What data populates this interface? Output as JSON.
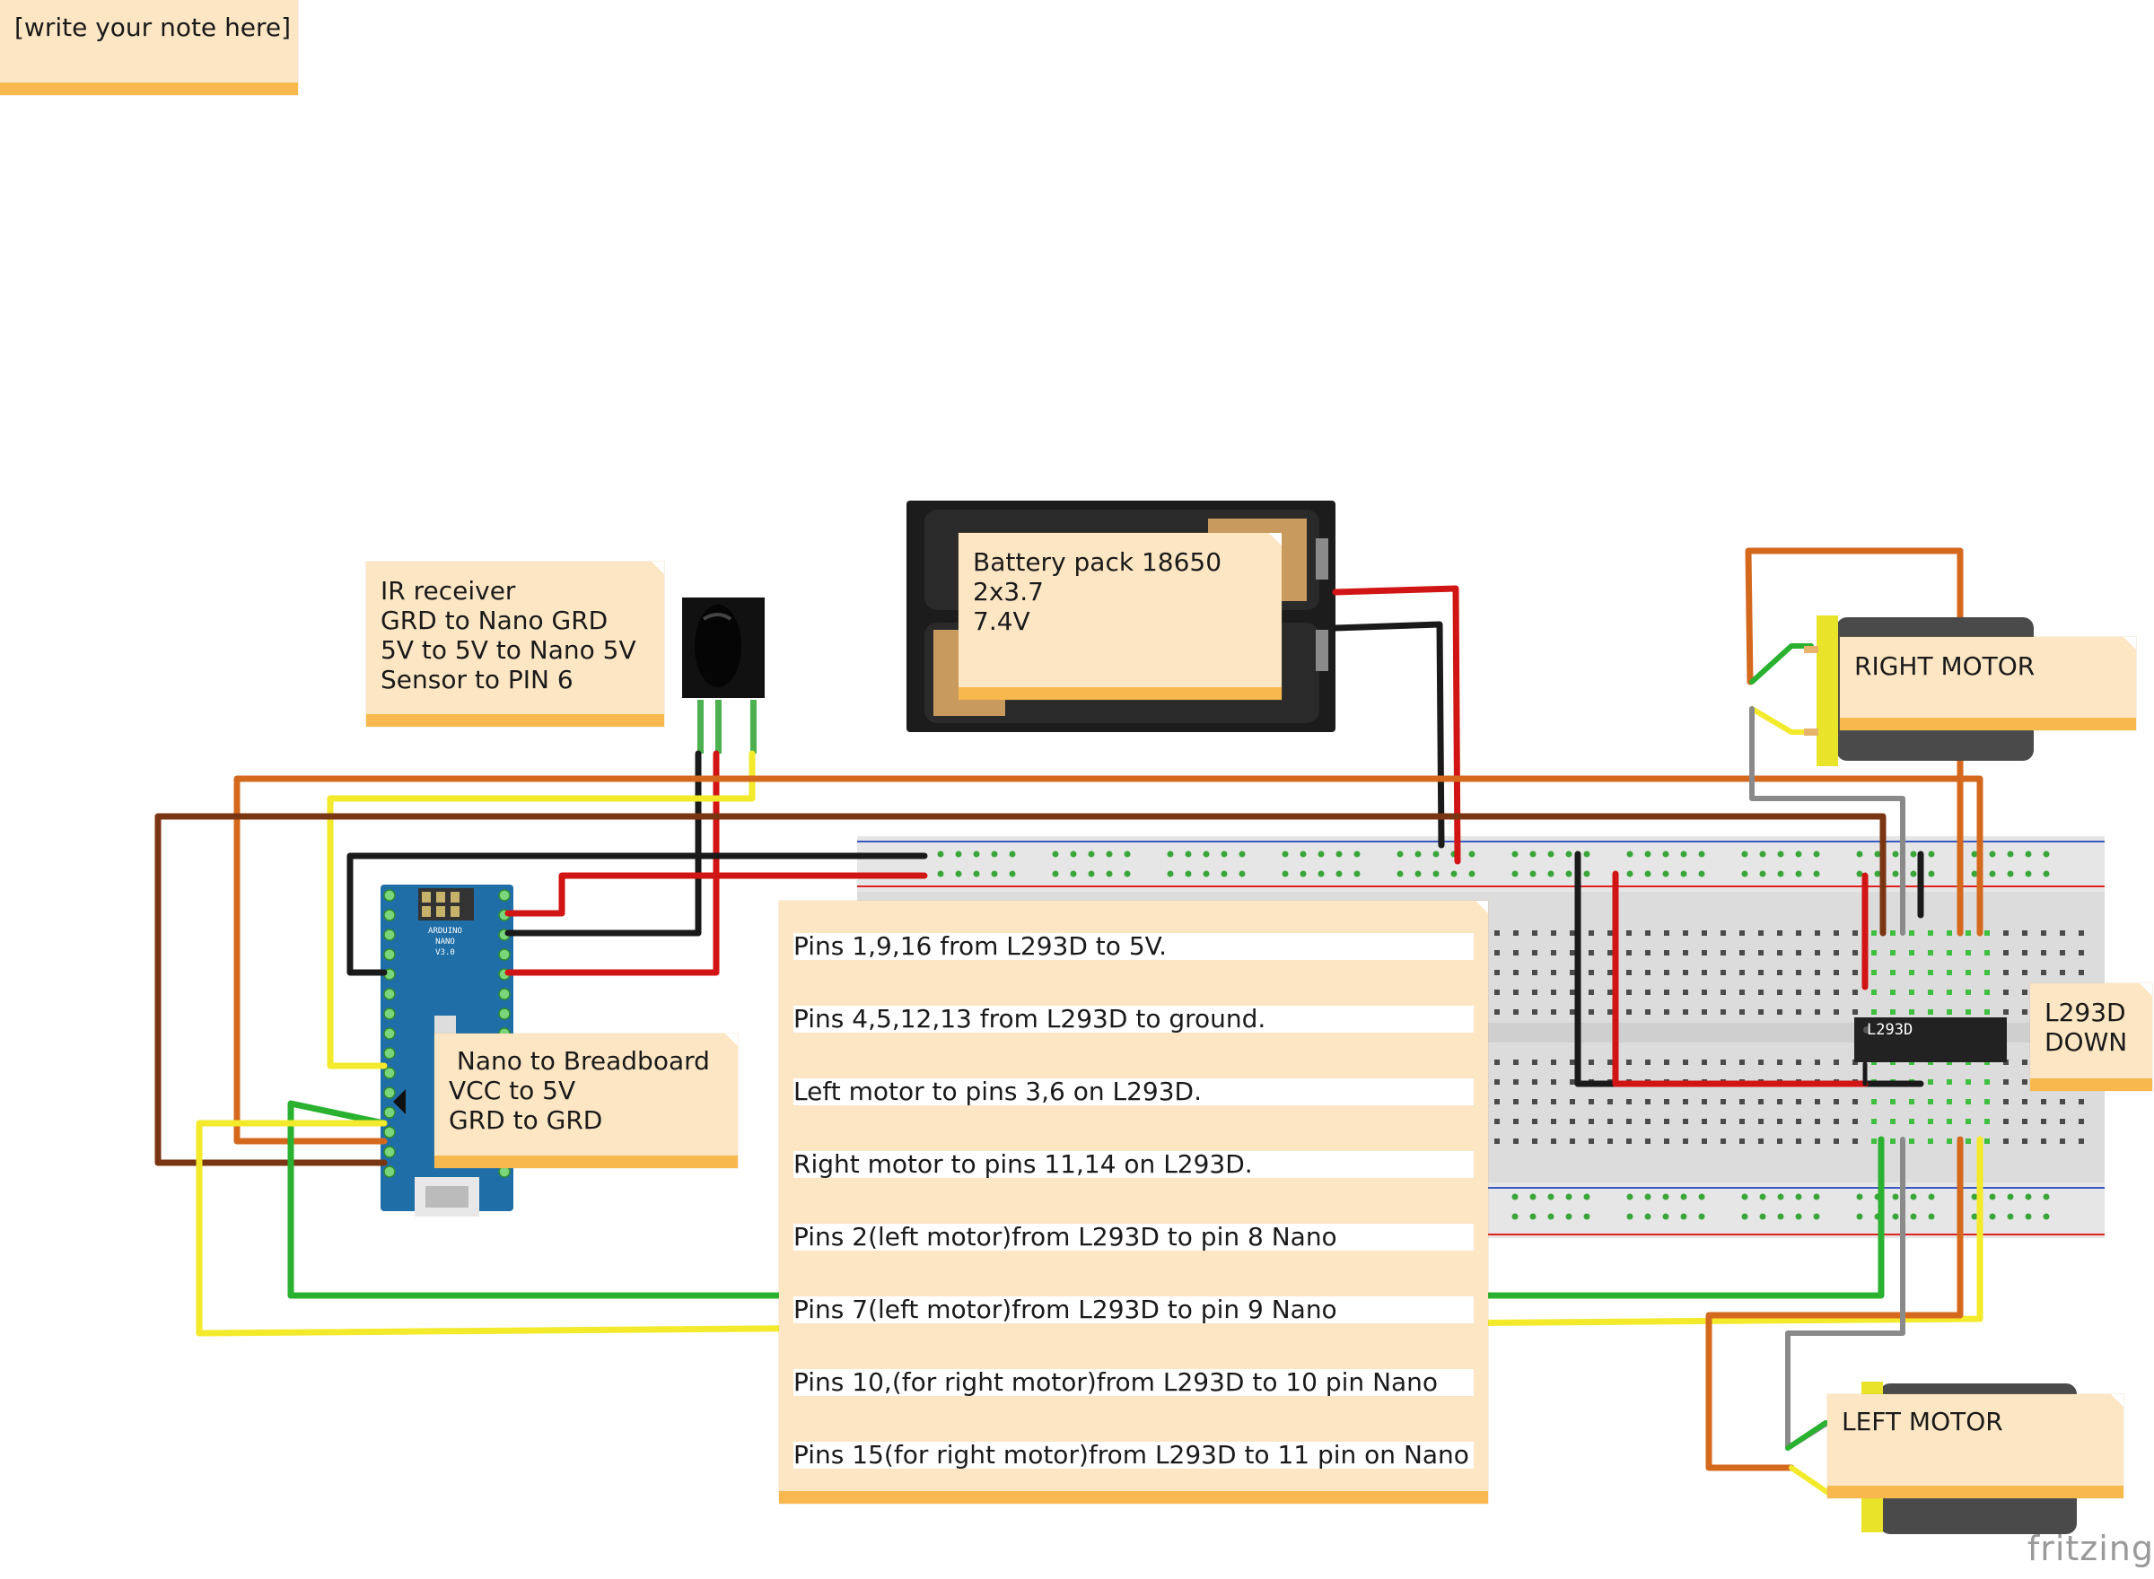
{
  "notes": {
    "top_left": "[write your note here]",
    "ir_receiver": [
      "IR receiver",
      "GRD to Nano GRD",
      "5V to 5V to Nano 5V",
      "Sensor to PIN 6"
    ],
    "battery": [
      "Battery pack 18650",
      "2x3.7",
      "7.4V"
    ],
    "nano_breadboard": [
      " Nano to Breadboard",
      "VCC to 5V",
      "GRD to GRD"
    ],
    "instructions": [
      "Pins 1,9,16 from L293D to 5V.",
      "Pins 4,5,12,13 from L293D to ground.",
      "Left motor to pins 3,6 on L293D.",
      "Right motor to pins 11,14 on L293D.",
      "Pins 2(left motor)from L293D to pin 8 Nano",
      "Pins 7(left motor)from L293D to pin 9 Nano",
      "Pins 10,(for right motor)from L293D to 10 pin Nano",
      "Pins 15(for right motor)from L293D to 11 pin on Nano"
    ],
    "right_motor": "RIGHT MOTOR",
    "left_motor": "LEFT MOTOR",
    "l293d": [
      "L293D",
      "DOWN"
    ]
  },
  "chip_marking": "L293D",
  "board_text": [
    "ARDUINO",
    "NANO",
    "V3.0"
  ],
  "logo": "fritzing",
  "wire_colors": {
    "red": "#d11414",
    "black": "#1a1a1a",
    "orange": "#d4691e",
    "brown": "#7a3512",
    "yellow": "#f2ea2a",
    "green": "#29b12f",
    "gray": "#8a8a8a"
  }
}
